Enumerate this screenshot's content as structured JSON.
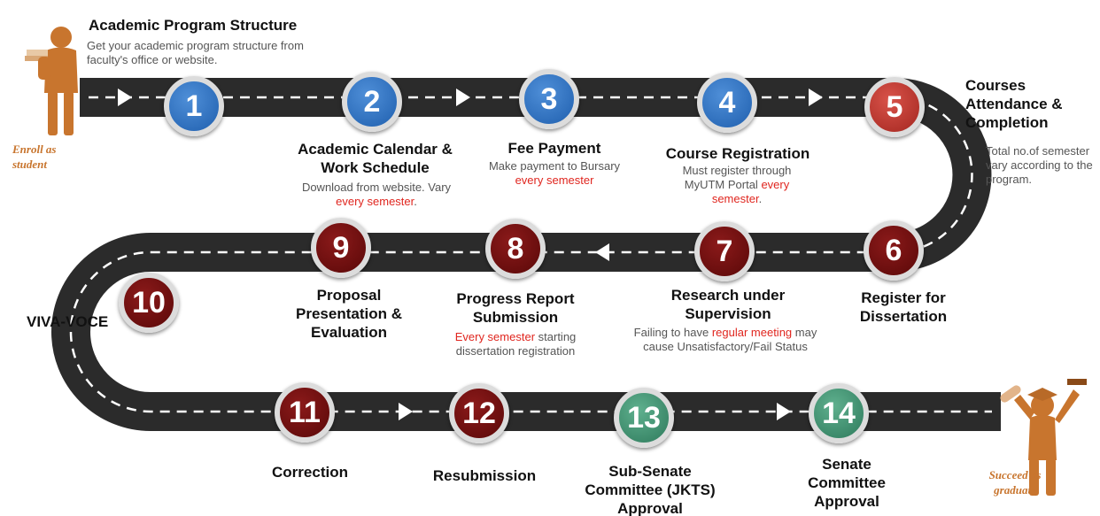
{
  "start": {
    "label": "Enroll as student"
  },
  "end": {
    "label": "Succeed as graduate"
  },
  "steps": [
    {
      "number": "1",
      "title": "Academic Program Structure",
      "desc": "Get your academic program structure from faculty's office or website.",
      "color": "#2e6fbe"
    },
    {
      "number": "2",
      "title": "Academic Calendar & Work Schedule",
      "desc_pre": "Download from website. Vary ",
      "desc_highlight": "every semester",
      "desc_post": ".",
      "color": "#2e6fbe"
    },
    {
      "number": "3",
      "title": "Fee Payment",
      "desc_pre": "Make payment to Bursary",
      "desc_highlight": "every semester",
      "color": "#2e6fbe"
    },
    {
      "number": "4",
      "title": "Course Registration",
      "desc_pre": "Must register through MyUTM Portal ",
      "desc_highlight": "every semester",
      "desc_post": ".",
      "color": "#2e6fbe"
    },
    {
      "number": "5",
      "title": "Courses Attendance & Completion",
      "desc": "Total no.of semester vary according to the program.",
      "color": "#c0392b"
    },
    {
      "number": "6",
      "title": "Register for Dissertation",
      "color": "#7a1010"
    },
    {
      "number": "7",
      "title": "Research under Supervision",
      "desc_pre": "Failing to have ",
      "desc_highlight": "regular meeting",
      "desc_post": " may cause Unsatisfactory/Fail Status",
      "color": "#7a1010"
    },
    {
      "number": "8",
      "title": "Progress Report Submission",
      "desc_highlight": "Every semester",
      "desc_post": " starting dissertation registration",
      "color": "#7a1010"
    },
    {
      "number": "9",
      "title": "Proposal Presentation & Evaluation",
      "color": "#7a1010"
    },
    {
      "number": "10",
      "title": "VIVA-VOCE",
      "color": "#7a1010"
    },
    {
      "number": "11",
      "title": "Correction",
      "color": "#7a1010"
    },
    {
      "number": "12",
      "title": "Resubmission",
      "color": "#7a1010"
    },
    {
      "number": "13",
      "title": "Sub-Senate Committee (JKTS) Approval",
      "color": "#3f9b76"
    },
    {
      "number": "14",
      "title": "Senate Committee Approval",
      "color": "#3f9b76"
    }
  ]
}
